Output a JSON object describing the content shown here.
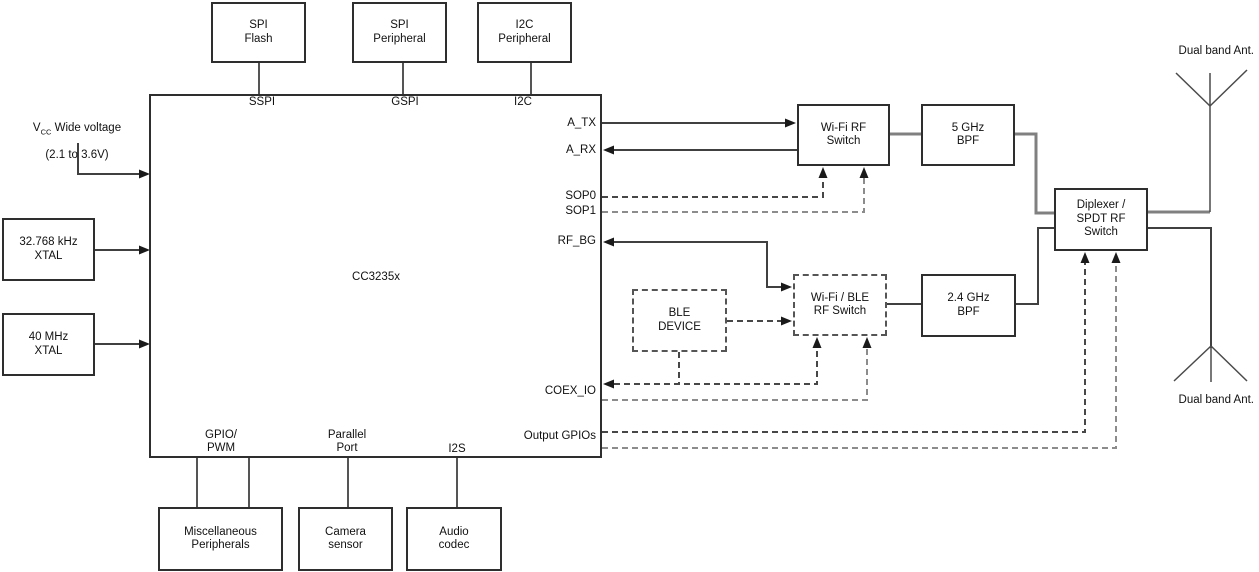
{
  "diagram": {
    "chip_label": "CC3235x",
    "boxes": {
      "spi_flash": "SPI\nFlash",
      "spi_peripheral": "SPI\nPeripheral",
      "i2c_peripheral": "I2C\nPeripheral",
      "xtal_32k": "32.768 kHz\nXTAL",
      "xtal_40m": "40 MHz\nXTAL",
      "misc_peripherals": "Miscellaneous\nPeripherals",
      "camera_sensor": "Camera\nsensor",
      "audio_codec": "Audio\ncodec",
      "wifi_rf_switch": "Wi-Fi RF\nSwitch",
      "bpf_5ghz": "5 GHz\nBPF",
      "bpf_24ghz": "2.4 GHz\nBPF",
      "diplexer": "Diplexer /\nSPDT RF\nSwitch",
      "wifi_ble_rf_switch": "Wi-Fi / BLE\nRF Switch",
      "ble_device": "BLE\nDEVICE"
    },
    "pins": {
      "sspi": "SSPI",
      "gspi": "GSPI",
      "i2c": "I2C",
      "a_tx": "A_TX",
      "a_rx": "A_RX",
      "sop0": "SOP0",
      "sop1": "SOP1",
      "rf_bg": "RF_BG",
      "coex_io": "COEX_IO",
      "output_gpios": "Output GPIOs",
      "gpio_pwm": "GPIO/\nPWM",
      "parallel_port": "Parallel\nPort",
      "i2s": "I2S"
    },
    "labels": {
      "vcc_symbol": "V",
      "vcc_subscript": "CC",
      "vcc_text": "Wide voltage",
      "vcc_range": "(2.1 to 3.6V)",
      "antenna_top": "Dual band Ant.",
      "antenna_bottom": "Dual band Ant."
    },
    "colors": {
      "background": "#ffffff",
      "text": "#111111",
      "box_border": "#2e2e2e",
      "wire_dark": "#404040",
      "wire_gray": "#8c8c8c",
      "rf_path": "#808080",
      "arrowhead": "#1a1a1a"
    }
  }
}
